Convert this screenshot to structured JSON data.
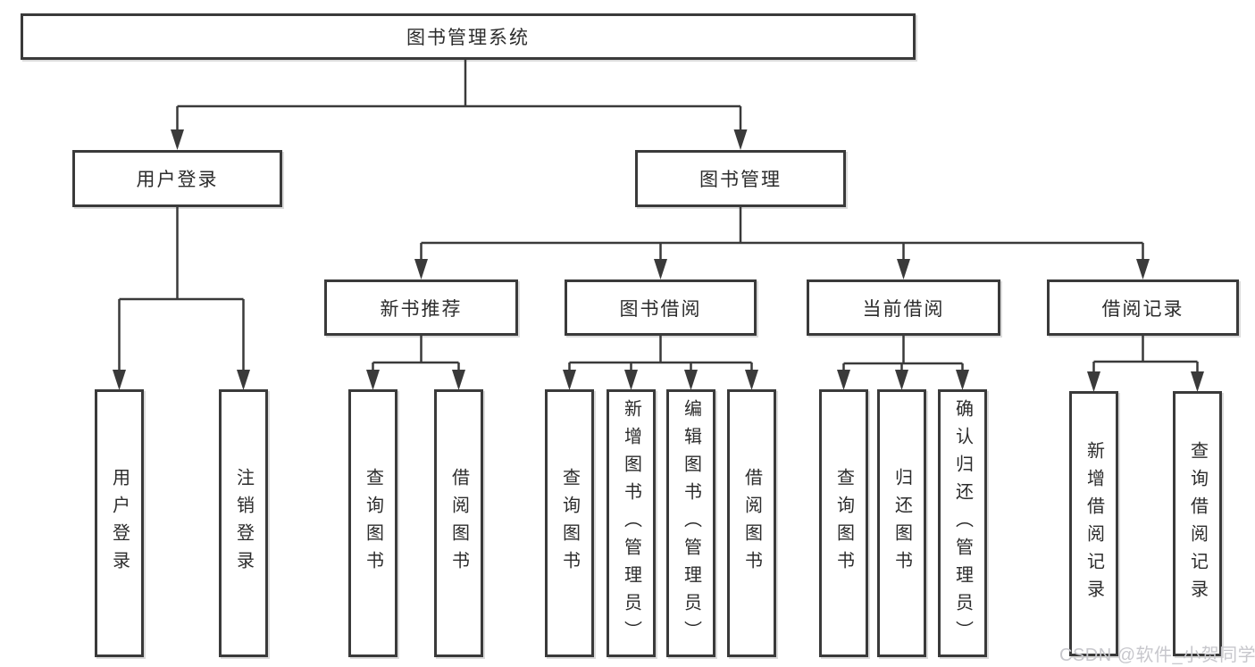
{
  "watermark": "CSDN @软件_小贺同学",
  "colors": {
    "line": "#3a3a3a",
    "box_border": "#3a3a3a",
    "box_background": "#ffffff",
    "text": "#2c2c2c",
    "watermark_text": "#c7c7cc"
  },
  "tree": {
    "label": "图书管理系统",
    "children": [
      {
        "label": "用户登录",
        "children": [
          {
            "label": "用户登录"
          },
          {
            "label": "注销登录"
          }
        ]
      },
      {
        "label": "图书管理",
        "children": [
          {
            "label": "新书推荐",
            "children": [
              {
                "label": "查询图书"
              },
              {
                "label": "借阅图书"
              }
            ]
          },
          {
            "label": "图书借阅",
            "children": [
              {
                "label": "查询图书"
              },
              {
                "label": "新增图书（管理员）"
              },
              {
                "label": "编辑图书（管理员）"
              },
              {
                "label": "借阅图书"
              }
            ]
          },
          {
            "label": "当前借阅",
            "children": [
              {
                "label": "查询图书"
              },
              {
                "label": "归还图书"
              },
              {
                "label": "确认归还（管理员）"
              }
            ]
          },
          {
            "label": "借阅记录",
            "children": [
              {
                "label": "新增借阅记录"
              },
              {
                "label": "查询借阅记录"
              }
            ]
          }
        ]
      }
    ]
  }
}
